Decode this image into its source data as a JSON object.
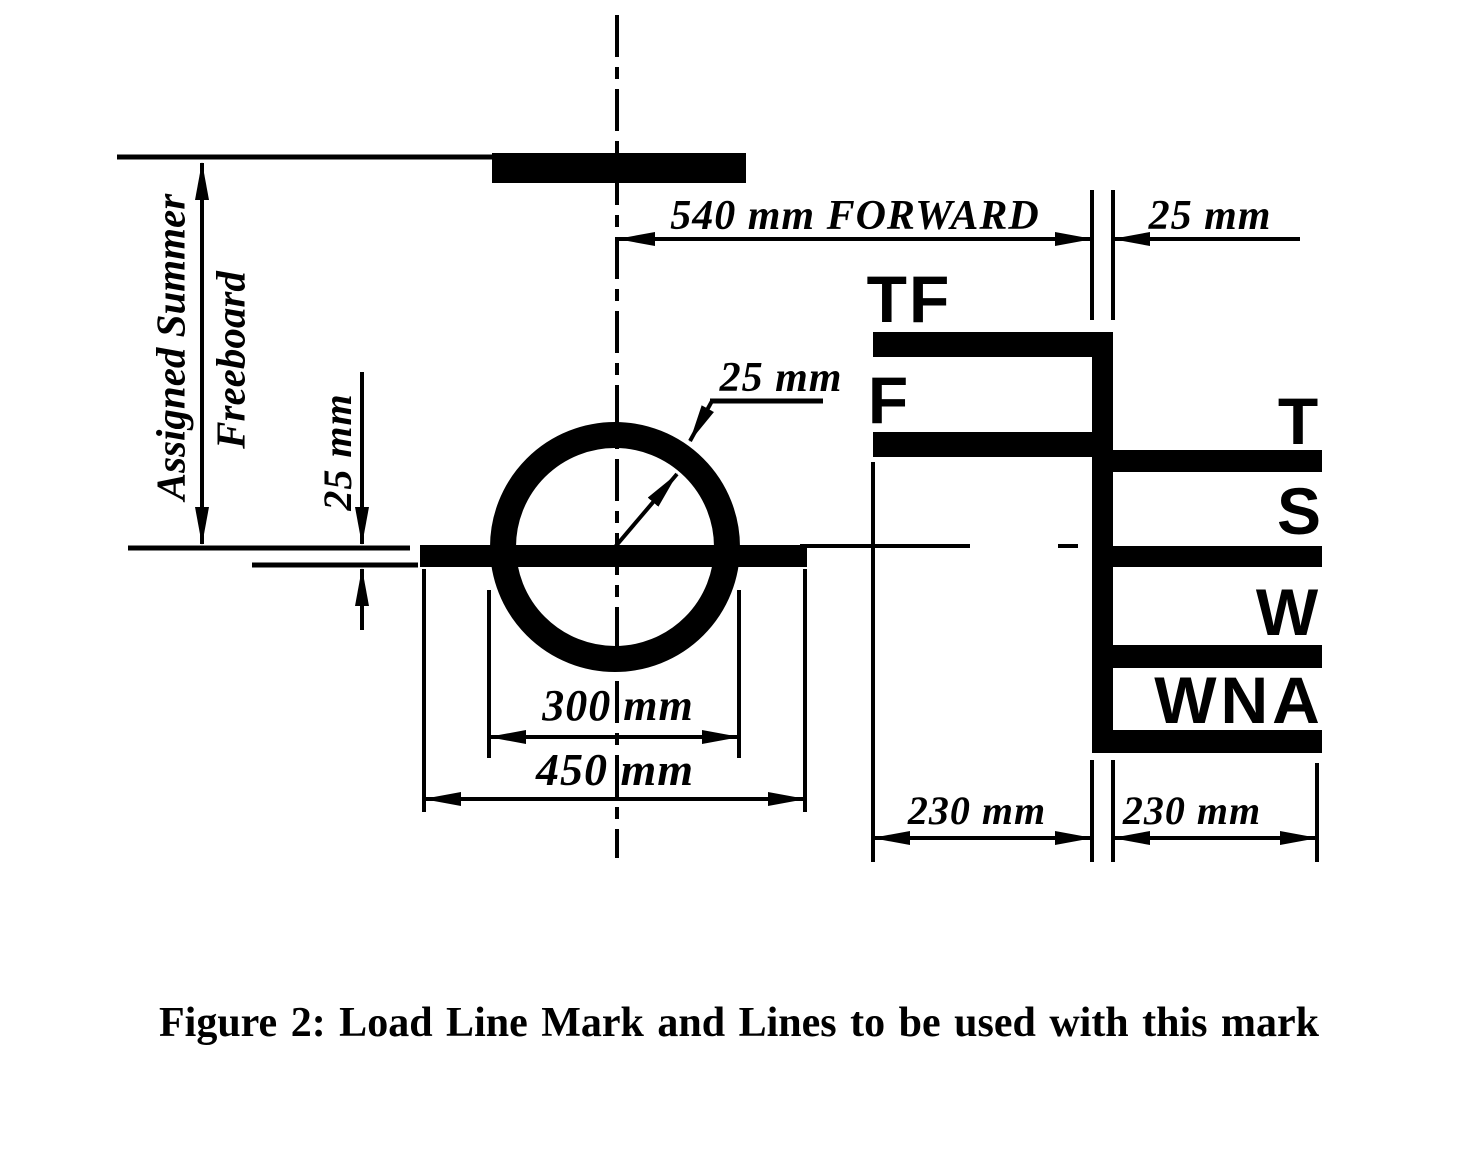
{
  "page": {
    "background_color": "#ffffff",
    "ink_color": "#000000"
  },
  "caption": "Figure 2: Load Line Mark and Lines to be used with this mark",
  "freeboard_note": {
    "line1": "Assigned Summer",
    "line2": "Freeboard"
  },
  "dimensions": {
    "summer_line_thickness": "25 mm",
    "forward_distance": "540 mm FORWARD",
    "vertical_line_width": "25 mm",
    "ring_band_thickness": "25 mm",
    "ring_diameter": "300 mm",
    "summer_bar_length": "450 mm",
    "forward_lines_length": "230 mm",
    "aft_lines_length": "230 mm"
  },
  "load_line_labels": {
    "tropical_fresh": "TF",
    "fresh": "F",
    "tropical": "T",
    "summer": "S",
    "winter": "W",
    "winter_north_atlantic": "WNA"
  }
}
